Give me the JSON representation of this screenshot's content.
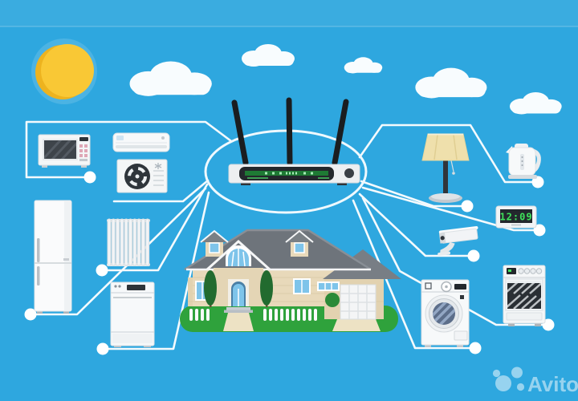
{
  "scene": {
    "description": "Smart home concept illustration: wifi router in center connected by lines to household appliances around a suburban house",
    "watermark": {
      "text": "Avito"
    },
    "clock": {
      "time": "12:09"
    },
    "colors": {
      "sky": "#2EA7DF",
      "connection_line": "#FFFFFF",
      "sun": "#F9C835",
      "sun_shadow": "#EDB31F",
      "grass": "#2FA23C",
      "house_wall": "#E8D9BA",
      "house_roof": "#6E747B",
      "window_blue": "#7EC4EA",
      "appliance_white": "#F5F7F8",
      "display_dark": "#23282D",
      "clock_digits": "#3FE35B",
      "router_antenna": "#1A1D20",
      "router_led_strip": "#1E7A34"
    },
    "devices": [
      "wifi-router",
      "microwave-oven",
      "air-conditioner-indoor-unit",
      "air-conditioner-outdoor-unit",
      "refrigerator",
      "heating-radiator",
      "dishwasher",
      "suburban-house",
      "table-lamp",
      "electric-kettle",
      "digital-clock",
      "security-camera",
      "washing-machine",
      "kitchen-stove"
    ]
  }
}
